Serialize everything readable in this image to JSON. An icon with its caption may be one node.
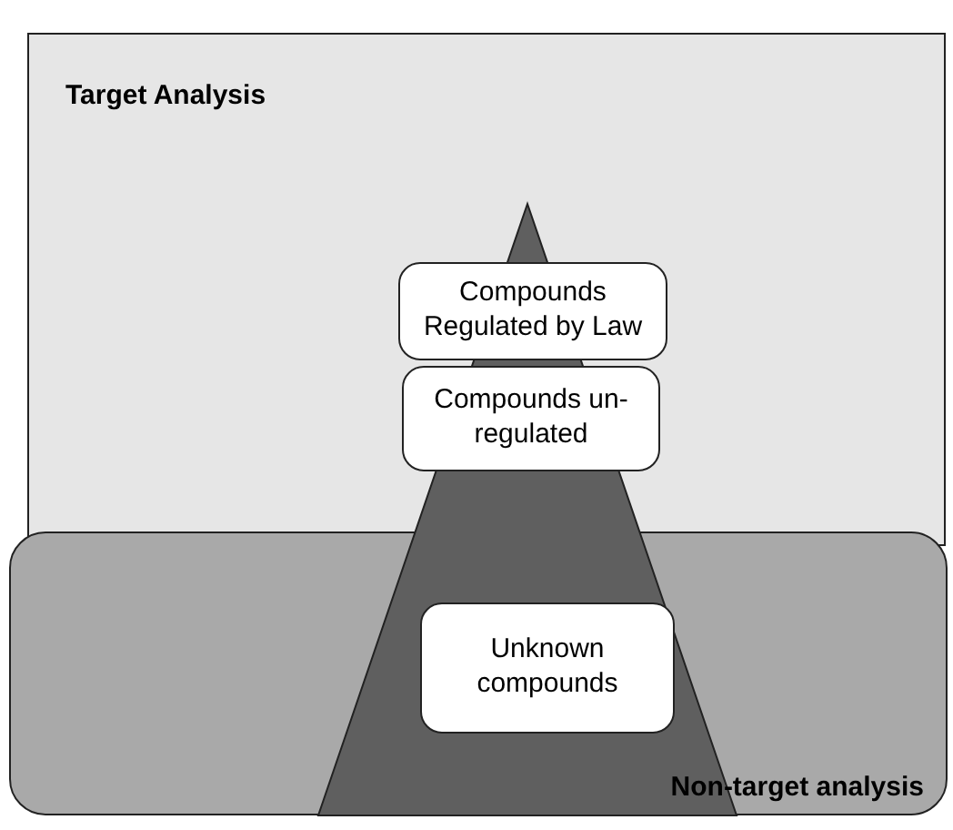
{
  "diagram": {
    "nodes": [
      {
        "text": [
          "Target Analysis"
        ]
      },
      {
        "text": [
          "Non-target analysis"
        ]
      },
      {
        "text": [
          "Compounds Regulated by Law"
        ],
        "in": 0
      },
      {
        "text": [
          "Compounds un-regulated"
        ],
        "in": 0
      },
      {
        "text": [
          "Unknown compounds"
        ],
        "in": 1
      }
    ]
  }
}
